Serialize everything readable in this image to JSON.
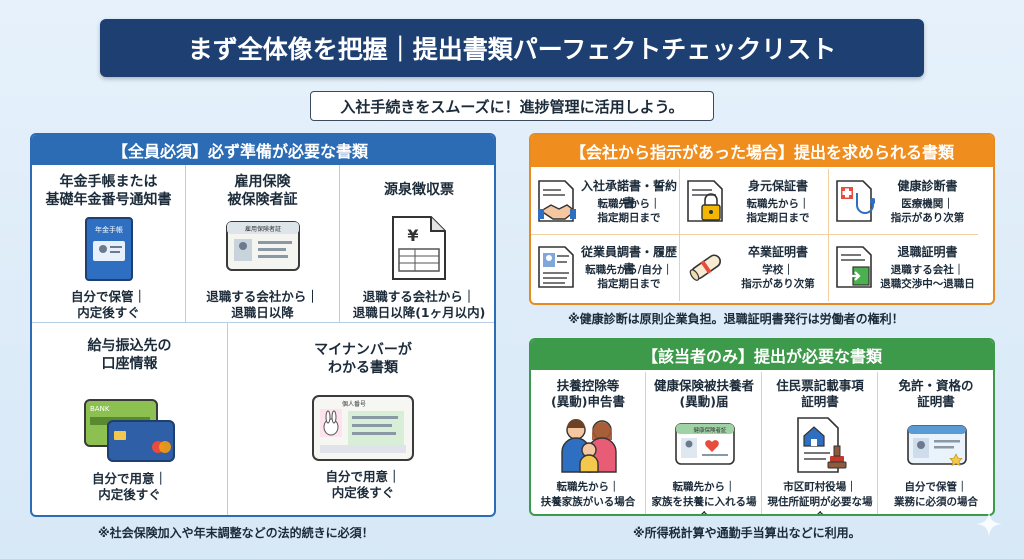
{
  "title": "まず全体像を把握｜提出書類パーフェクトチェックリスト",
  "subtitle": "入社手続きをスムーズに！進捗管理に活用しよう。",
  "required": {
    "header": "【全員必須】必ず準備が必要な書類",
    "items": [
      {
        "title_l1": "年金手帳または",
        "title_l2": "基礎年金番号通知書",
        "card_label": "年金手帳",
        "foot_l1": "自分で保管｜",
        "foot_l2": "内定後すぐ",
        "icon": "pension-book-icon"
      },
      {
        "title_l1": "雇用保険",
        "title_l2": "被保険者証",
        "card_label": "雇用保険者証",
        "foot_l1": "退職する会社から｜",
        "foot_l2": "退職日以降",
        "icon": "insurance-card-icon"
      },
      {
        "title_l1": "源泉徴収票",
        "title_l2": "",
        "foot_l1": "退職する会社から｜",
        "foot_l2": "退職日以降(1ヶ月以内)",
        "icon": "yen-document-icon"
      },
      {
        "title_l1": "給与振込先の",
        "title_l2": "口座情報",
        "card_label": "BANK",
        "foot_l1": "自分で用意｜",
        "foot_l2": "内定後すぐ",
        "icon": "bank-card-icon"
      },
      {
        "title_l1": "マイナンバーが",
        "title_l2": "わかる書類",
        "card_label": "個人番号",
        "foot_l1": "自分で用意｜",
        "foot_l2": "内定後すぐ",
        "icon": "my-number-card-icon"
      }
    ],
    "note": "※社会保険加入や年末調整などの法的続きに必須！"
  },
  "company": {
    "header": "【会社から指示があった場合】提出を求められる書類",
    "items": [
      {
        "title": "入社承諾書・誓約書",
        "foot_l1": "転職先から｜",
        "foot_l2": "指定期日まで",
        "icon": "handshake-document-icon"
      },
      {
        "title": "身元保証書",
        "foot_l1": "転職先から｜",
        "foot_l2": "指定期日まで",
        "icon": "lock-document-icon"
      },
      {
        "title": "健康診断書",
        "foot_l1": "医療機関｜",
        "foot_l2": "指示があり次第",
        "icon": "medical-stethoscope-icon"
      },
      {
        "title": "従業員調書・履歴書",
        "foot_l1": "転職先から/自分｜",
        "foot_l2": "指定期日まで",
        "icon": "resume-icon"
      },
      {
        "title": "卒業証明書",
        "foot_l1": "学校｜",
        "foot_l2": "指示があり次第",
        "icon": "diploma-icon"
      },
      {
        "title": "退職証明書",
        "foot_l1": "退職する会社｜",
        "foot_l2": "退職交渉中〜退職日",
        "icon": "exit-document-icon"
      }
    ],
    "note": "※健康診断は原則企業負担。退職証明書発行は労働者の権利！"
  },
  "applicable": {
    "header": "【該当者のみ】提出が必要な書類",
    "items": [
      {
        "title_l1": "扶養控除等",
        "title_l2": "(異動)申告書",
        "foot_l1": "転職先から｜",
        "foot_l2": "扶養家族がいる場合",
        "icon": "family-icon"
      },
      {
        "title_l1": "健康保険被扶養者",
        "title_l2": "(異動)届",
        "card_label": "健康保険者証",
        "foot_l1": "転職先から｜",
        "foot_l2": "家族を扶養に入れる場合",
        "icon": "health-insurance-card-icon"
      },
      {
        "title_l1": "住民票記載事項",
        "title_l2": "証明書",
        "foot_l1": "市区町村役場｜",
        "foot_l2": "現住所証明が必要な場合",
        "icon": "residence-certificate-icon"
      },
      {
        "title_l1": "免許・資格の",
        "title_l2": "証明書",
        "foot_l1": "自分で保管｜",
        "foot_l2": "業務に必須の場合",
        "icon": "license-card-icon"
      }
    ],
    "note": "※所得税計算や通勤手当算出などに利用。"
  }
}
